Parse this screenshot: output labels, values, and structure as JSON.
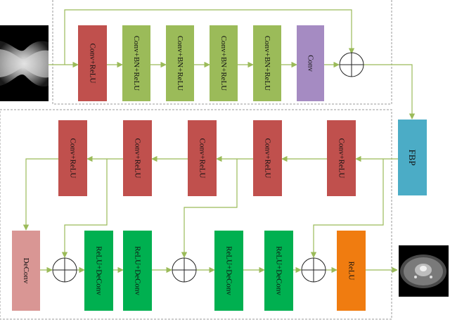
{
  "colors": {
    "conv_relu_red": "#c0504d",
    "conv_bn_relu_green": "#9bbb59",
    "conv_purple": "#a58bc2",
    "fbp_blue": "#4bacc6",
    "deconv_pink": "#d99694",
    "relu_deconv_green": "#00b050",
    "relu_orange": "#f07c10",
    "arrow": "#9bbb59",
    "dashed_frame": "#999999"
  },
  "top_blocks": [
    {
      "label": "Conv+ReLU",
      "color": "conv_relu_red"
    },
    {
      "label": "Conv+BN+ReLU",
      "color": "conv_bn_relu_green"
    },
    {
      "label": "Conv+BN+ReLU",
      "color": "conv_bn_relu_green"
    },
    {
      "label": "Conv+BN+ReLU",
      "color": "conv_bn_relu_green"
    },
    {
      "label": "Conv+BN+ReLU",
      "color": "conv_bn_relu_green"
    },
    {
      "label": "Conv",
      "color": "conv_purple"
    }
  ],
  "fbp_label": "FBP",
  "encoder_blocks": [
    {
      "label": "Conv+ReLU"
    },
    {
      "label": "Conv+ReLU"
    },
    {
      "label": "Conv+ReLU"
    },
    {
      "label": "Conv+ReLU"
    },
    {
      "label": "Conv+ReLU"
    }
  ],
  "decoder_blocks": [
    {
      "label": "DeConv",
      "color": "deconv_pink"
    },
    {
      "label": "ReLU+DeConv",
      "color": "relu_deconv_green"
    },
    {
      "label": "ReLU+DeConv",
      "color": "relu_deconv_green"
    },
    {
      "label": "ReLU+DeConv",
      "color": "relu_deconv_green"
    },
    {
      "label": "ReLU+DeConv",
      "color": "relu_deconv_green"
    },
    {
      "label": "ReLU",
      "color": "relu_orange"
    }
  ],
  "images": {
    "input": "sinogram-image",
    "output": "ct-reconstruction-image"
  }
}
